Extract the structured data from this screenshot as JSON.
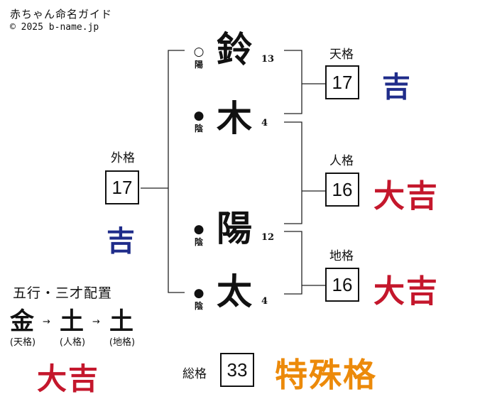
{
  "header": {
    "title": "赤ちゃん命名ガイド",
    "copyright": "© 2025 b-name.jp"
  },
  "name_chars": [
    {
      "char": "鈴",
      "strokes": "13",
      "yinyang_symbol": "○",
      "yinyang_label": "陽"
    },
    {
      "char": "木",
      "strokes": "4",
      "yinyang_symbol": "●",
      "yinyang_label": "陰"
    },
    {
      "char": "陽",
      "strokes": "12",
      "yinyang_symbol": "●",
      "yinyang_label": "陰"
    },
    {
      "char": "太",
      "strokes": "4",
      "yinyang_symbol": "●",
      "yinyang_label": "陰"
    }
  ],
  "kaku": {
    "tenkaku": {
      "label": "天格",
      "value": "17",
      "fortune": "吉"
    },
    "jinkaku": {
      "label": "人格",
      "value": "16",
      "fortune": "大吉"
    },
    "chikaku": {
      "label": "地格",
      "value": "16",
      "fortune": "大吉"
    },
    "gaikaku": {
      "label": "外格",
      "value": "17",
      "fortune": "吉"
    },
    "soukaku": {
      "label": "総格",
      "value": "33",
      "fortune": "特殊格"
    }
  },
  "gogyo": {
    "title": "五行・三才配置",
    "elements": [
      {
        "char": "金",
        "sub": "(天格)"
      },
      {
        "char": "土",
        "sub": "(人格)"
      },
      {
        "char": "土",
        "sub": "(地格)"
      }
    ],
    "arrow": "→",
    "fortune": "大吉"
  },
  "colors": {
    "fortune_blue": "#1f2c8a",
    "fortune_red": "#c4172c",
    "fortune_orange": "#ec8a0a"
  }
}
